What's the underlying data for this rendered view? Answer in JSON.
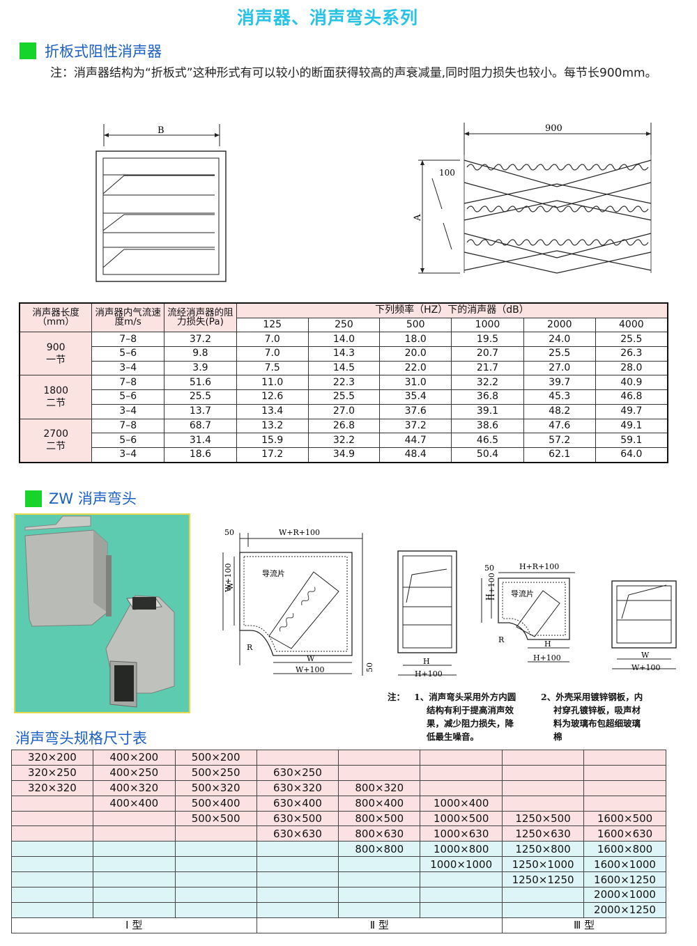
{
  "page_title": "消声器、消声弯头系列",
  "section1": {
    "title": "折板式阻性消声器",
    "note": "注：消声器结构为“折板式”这种形式有可以较小的断面获得较高的声衰减量,同时阻力损失也较小。每节长900mm。",
    "diagram_left_label": "B",
    "diagram_right_labels": {
      "top": "900",
      "left": "A",
      "sub": "100"
    }
  },
  "table1": {
    "headers": {
      "length": "消声器长度（mm）",
      "speed": "消声器内气流速度m/s",
      "resist": "流经消声器的阻力损失(Pa)",
      "freq": "下列频率（HZ）下的消声器（dB）"
    },
    "freqs": [
      "125",
      "250",
      "500",
      "1000",
      "2000",
      "4000"
    ],
    "groups": [
      {
        "len": "900",
        "sec": "一节",
        "rows": [
          [
            "7–8",
            "37.2",
            "7.0",
            "14.0",
            "18.0",
            "19.5",
            "24.0",
            "25.5"
          ],
          [
            "5–6",
            "9.8",
            "7.0",
            "14.3",
            "20.0",
            "20.7",
            "25.5",
            "26.3"
          ],
          [
            "3–4",
            "3.9",
            "7.5",
            "14.5",
            "22.0",
            "21.7",
            "27.0",
            "28.0"
          ]
        ]
      },
      {
        "len": "1800",
        "sec": "二节",
        "rows": [
          [
            "7–8",
            "51.6",
            "11.0",
            "22.3",
            "31.0",
            "32.2",
            "39.7",
            "40.9"
          ],
          [
            "5–6",
            "25.5",
            "12.6",
            "25.5",
            "35.4",
            "36.8",
            "45.3",
            "46.8"
          ],
          [
            "3–4",
            "13.7",
            "13.4",
            "27.0",
            "37.6",
            "39.1",
            "48.2",
            "49.7"
          ]
        ]
      },
      {
        "len": "2700",
        "sec": "二节",
        "rows": [
          [
            "7–8",
            "68.7",
            "13.2",
            "26.8",
            "37.2",
            "38.6",
            "47.6",
            "49.1"
          ],
          [
            "5–6",
            "31.4",
            "15.9",
            "32.2",
            "44.7",
            "46.5",
            "57.2",
            "59.1"
          ],
          [
            "3–4",
            "18.6",
            "17.2",
            "34.9",
            "48.4",
            "50.4",
            "62.1",
            "64.0"
          ]
        ]
      }
    ]
  },
  "section2": {
    "title": "ZW 消声弯头",
    "labels": {
      "d50": "50",
      "wr100": "W+R+100",
      "w100": "W+100",
      "w": "W",
      "guide": "导流片",
      "r": "R",
      "h": "H",
      "h100": "H+100",
      "hr100": "H+R+100"
    },
    "notes": [
      "注：",
      "1、消声弯头采用外方内圆",
      "结构有利于提高消声效",
      "果，减少阻力损失，降",
      "低最生噪音。",
      "2、外壳采用镀锌钢板，内",
      "衬穿孔镀锌板，吸声材",
      "料为玻璃布包超细玻璃",
      "棉"
    ]
  },
  "table2": {
    "title": "消声弯头规格尺寸表",
    "rows": [
      [
        "320×200",
        "400×200",
        "500×200",
        "",
        "",
        "",
        "",
        ""
      ],
      [
        "320×250",
        "400×250",
        "500×250",
        "630×250",
        "",
        "",
        "",
        ""
      ],
      [
        "320×320",
        "400×320",
        "500×320",
        "630×320",
        "800×320",
        "",
        "",
        ""
      ],
      [
        "",
        "400×400",
        "500×400",
        "630×400",
        "800×400",
        "1000×400",
        "",
        ""
      ],
      [
        "",
        "",
        "500×500",
        "630×500",
        "800×500",
        "1000×500",
        "1250×500",
        "1600×500"
      ],
      [
        "",
        "",
        "",
        "630×630",
        "800×630",
        "1000×630",
        "1250×630",
        "1600×630"
      ],
      [
        "",
        "",
        "",
        "",
        "800×800",
        "1000×800",
        "1250×800",
        "1600×800"
      ],
      [
        "",
        "",
        "",
        "",
        "",
        "1000×1000",
        "1250×1000",
        "1600×1000"
      ],
      [
        "",
        "",
        "",
        "",
        "",
        "",
        "1250×1250",
        "1600×1250"
      ],
      [
        "",
        "",
        "",
        "",
        "",
        "",
        "",
        "2000×1000"
      ],
      [
        "",
        "",
        "",
        "",
        "",
        "",
        "",
        "2000×1250"
      ]
    ],
    "types": [
      "Ⅰ 型",
      "Ⅱ 型",
      "Ⅲ 型"
    ]
  }
}
